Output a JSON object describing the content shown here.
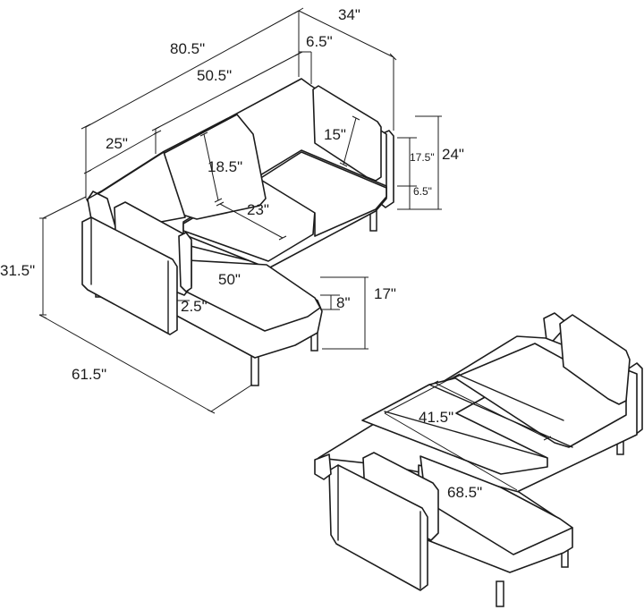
{
  "dimensions": {
    "overall_length": "80.5\"",
    "depth": "34\"",
    "arm_width": "6.5\"",
    "seat_width": "50.5\"",
    "cushion_width": "25\"",
    "back_height": "18.5\"",
    "arm_cushion_height": "15\"",
    "back_from_seat": "17.5\"",
    "total_height_side": "24\"",
    "leg_height": "6.5\"",
    "seat_depth": "23\"",
    "overall_height": "31.5\"",
    "chaise_length": "50\"",
    "chaise_arm": "2.5\"",
    "cushion_thickness": "8\"",
    "seat_height": "17\"",
    "chaise_depth": "61.5\"",
    "bed_width": "41.5\"",
    "bed_length": "68.5\""
  }
}
